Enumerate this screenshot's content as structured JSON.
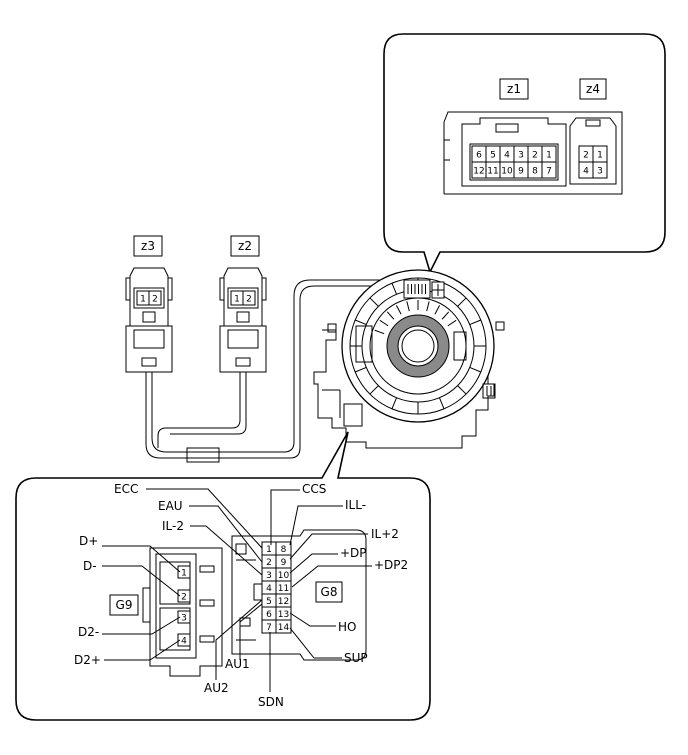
{
  "connectors": {
    "z1": {
      "tag": "z1",
      "pins": [
        "6",
        "5",
        "4",
        "3",
        "2",
        "1",
        "12",
        "11",
        "10",
        "9",
        "8",
        "7"
      ]
    },
    "z4": {
      "tag": "z4",
      "pins": [
        "2",
        "1",
        "4",
        "3"
      ]
    },
    "z3": {
      "tag": "z3",
      "pins": [
        "1",
        "2"
      ]
    },
    "z2": {
      "tag": "z2",
      "pins": [
        "1",
        "2"
      ]
    },
    "G9": {
      "tag": "G9",
      "pins": [
        "1",
        "2",
        "3",
        "4"
      ]
    },
    "G8": {
      "tag": "G8",
      "left_pins": [
        "1",
        "2",
        "3",
        "4",
        "5",
        "6",
        "7"
      ],
      "right_pins": [
        "8",
        "9",
        "10",
        "11",
        "12",
        "13",
        "14"
      ]
    }
  },
  "signals": {
    "ecc": "ECC",
    "eau": "EAU",
    "il2": "IL-2",
    "ccs": "CCS",
    "ill": "ILL-",
    "ilp2": "IL+2",
    "dp": "+DP",
    "dp2": "+DP2",
    "ho": "HO",
    "sup": "SUP",
    "au1": "AU1",
    "au2": "AU2",
    "sdn": "SDN",
    "dplus": "D+",
    "dminus": "D-",
    "d2minus": "D2-",
    "d2plus": "D2+"
  }
}
